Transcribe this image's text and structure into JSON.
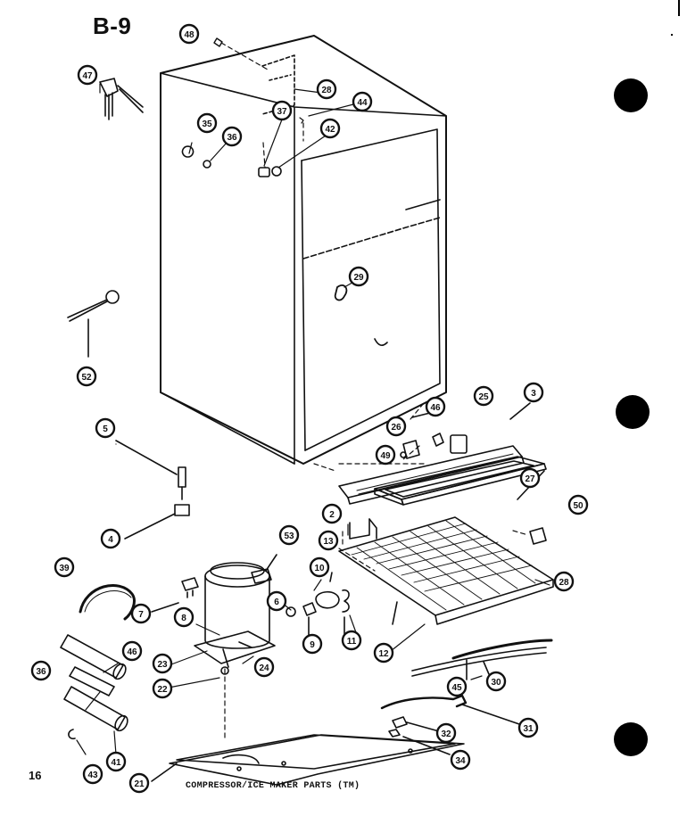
{
  "page": {
    "title": "B-9",
    "page_number": "16",
    "caption": "COMPRESSOR/ICE MAKER PARTS (TM)"
  },
  "callouts": {
    "c48a": "48",
    "c47": "47",
    "c28a": "28",
    "c37": "37",
    "c44": "44",
    "c35": "35",
    "c36a": "36",
    "c42": "42",
    "c29": "29",
    "c52a": "52",
    "c3": "3",
    "c46a": "46",
    "c26": "26",
    "c25": "25",
    "c49": "49",
    "c5": "5",
    "c4": "4",
    "c2": "2",
    "c27": "27",
    "c53": "53",
    "c50": "50",
    "c13": "13",
    "c28b": "28",
    "c7": "7",
    "c39": "39",
    "c10": "10",
    "c6": "6",
    "c8": "8",
    "c12": "12",
    "c11": "11",
    "c9": "9",
    "c46b": "46",
    "c23": "23",
    "c24": "24",
    "c22": "22",
    "c36b": "36",
    "c45": "45",
    "c30": "30",
    "c31": "31",
    "c32": "32",
    "c41": "41",
    "c21": "21",
    "c43": "43",
    "c34": "34"
  },
  "colors": {
    "ink": "#111111",
    "paper": "#ffffff"
  }
}
